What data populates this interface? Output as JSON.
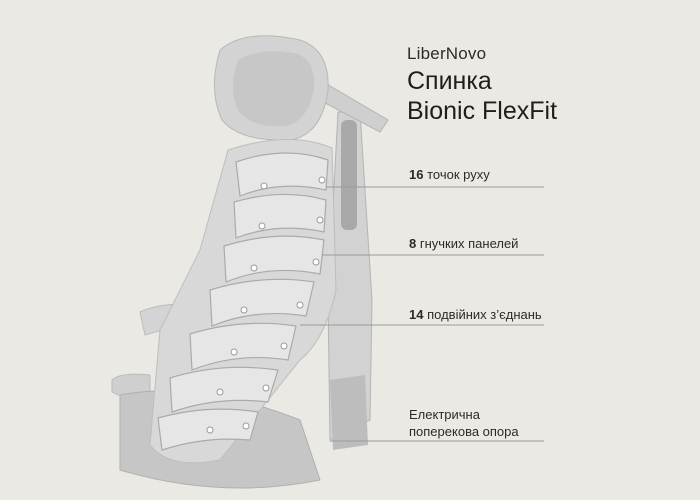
{
  "brand": {
    "name": "LiberNovo"
  },
  "headline": {
    "line1": "Спинка",
    "line2": "Bionic FlexFit"
  },
  "features": [
    {
      "number": "16",
      "text": "точок руху"
    },
    {
      "number": "8",
      "text": "гнучких панелей"
    },
    {
      "number": "14",
      "text": "подвійних з’єднань"
    },
    {
      "line1": "Електрична",
      "line2": "поперекова опора"
    }
  ],
  "colors": {
    "background": "#ebe9e4",
    "chair": "#c9c9c9",
    "lines": "#9a9a9a",
    "text": "#2b2b2b"
  }
}
